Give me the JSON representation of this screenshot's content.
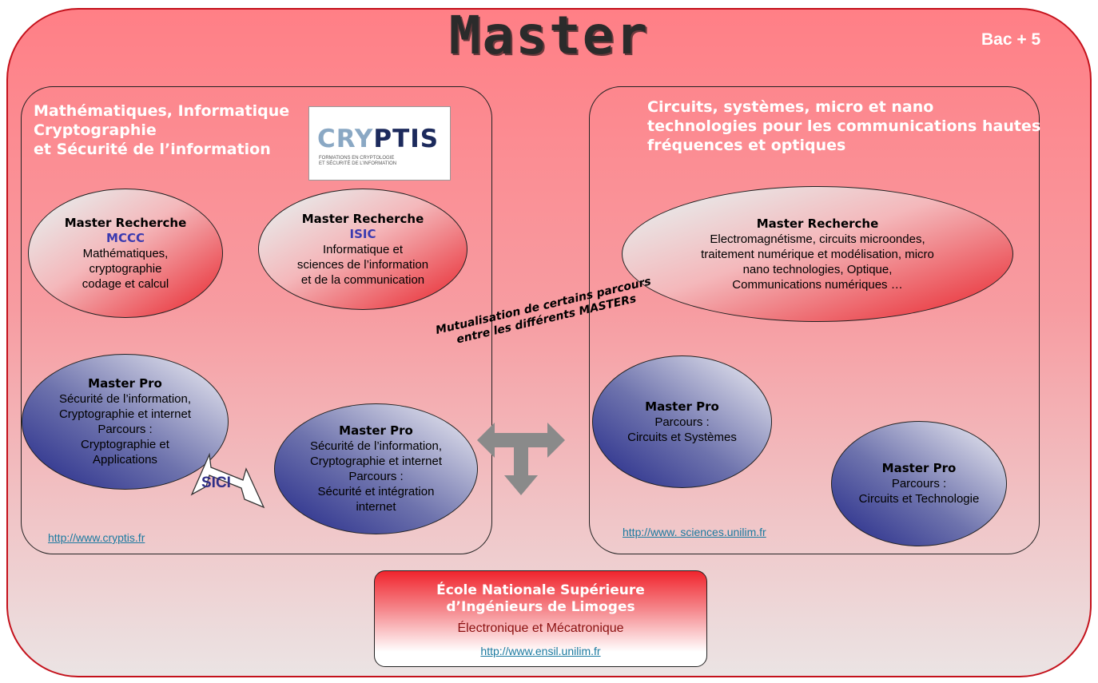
{
  "header": {
    "title": "Master",
    "level": "Bac + 5"
  },
  "left_section": {
    "heading_lines": [
      "Mathématiques, Informatique",
      "Cryptographie",
      "et Sécurité de l’information"
    ],
    "logo": {
      "brand": "CRYPTIS",
      "brand_parts": [
        "CRY",
        "PT",
        "IS"
      ],
      "tagline_lines": [
        "FORMATIONS EN CRYPTOLOGIE",
        "ET SÉCURITÉ DE L’INFORMATION"
      ]
    },
    "master_recherche_mccc": {
      "title": "Master Recherche",
      "code": "MCCC",
      "lines": [
        "Mathématiques,",
        "cryptographie",
        "codage et calcul"
      ]
    },
    "master_recherche_isic": {
      "title": "Master Recherche",
      "code": "ISIC",
      "lines": [
        "Informatique et",
        "sciences de l’information",
        "et de la communication"
      ]
    },
    "master_pro_apps": {
      "title": "Master Pro",
      "lines": [
        "Sécurité de l’information,",
        "Cryptographie et internet",
        "Parcours :",
        "Cryptographie et",
        "Applications"
      ]
    },
    "master_pro_sici": {
      "title": "Master Pro",
      "lines": [
        "Sécurité de l’information,",
        "Cryptographie et internet",
        "Parcours :",
        "Sécurité et intégration",
        "internet"
      ]
    },
    "sici_label": "SICI",
    "link": "http://www.cryptis.fr"
  },
  "right_section": {
    "heading_lines": [
      "Circuits, systèmes, micro et nano",
      "technologies pour les communications hautes",
      "fréquences et optiques"
    ],
    "master_recherche": {
      "title": "Master Recherche",
      "lines": [
        "Electromagnétisme, circuits microondes,",
        "traitement numérique et modélisation, micro",
        "nano technologies, Optique,",
        "Communications numériques …"
      ]
    },
    "master_pro_cs": {
      "title": "Master Pro",
      "lines": [
        "Parcours :",
        "Circuits et Systèmes"
      ]
    },
    "master_pro_ct": {
      "title": "Master Pro",
      "lines": [
        "Parcours :",
        "Circuits et Technologie"
      ]
    },
    "link": "http://www. sciences.unilim.fr"
  },
  "mutualisation": {
    "lines": [
      "Mutualisation de certains parcours",
      "entre les différents MASTERs"
    ]
  },
  "ensil": {
    "name_lines": [
      "École Nationale Supérieure",
      "d’Ingénieurs de Limoges"
    ],
    "subtitle": "Électronique et Mécatronique",
    "link": "http://www.ensil.unilim.fr"
  },
  "colors": {
    "outer_border": "#c4111b",
    "red_bubble": "#e8222a",
    "blue_bubble": "#2a2f8c",
    "link": "#1b7aa0",
    "arrow": "#8a8a8a"
  },
  "icons": [
    "double-arrow-icon",
    "tee-arrow-icon"
  ]
}
